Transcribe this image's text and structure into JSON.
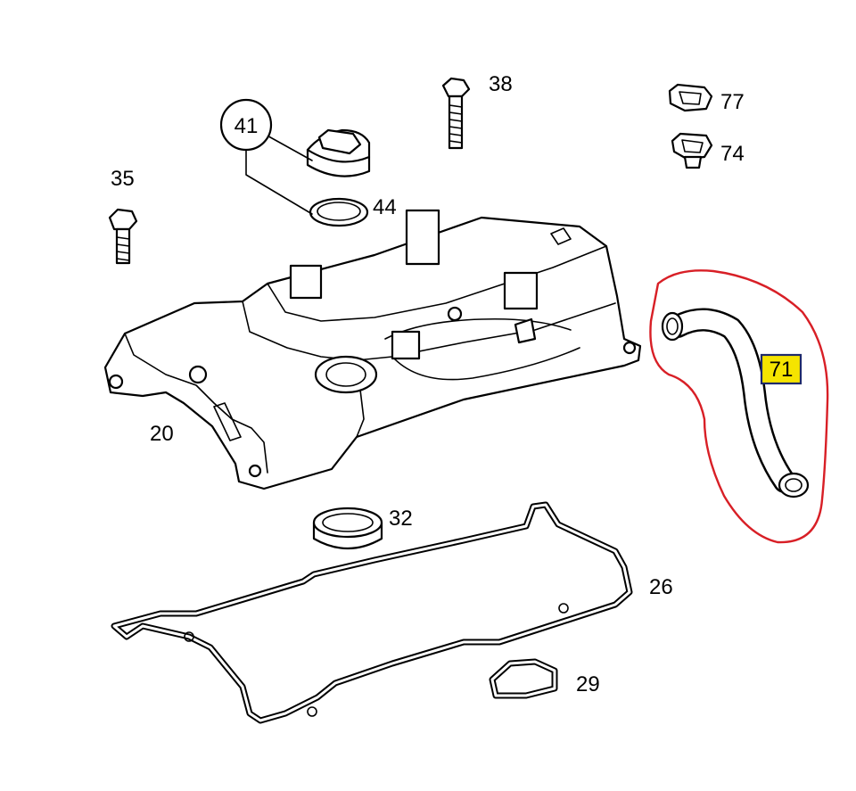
{
  "callouts": {
    "c38": "38",
    "c77": "77",
    "c74": "74",
    "c41": "41",
    "c44": "44",
    "c35": "35",
    "c20": "20",
    "c32": "32",
    "c26": "26",
    "c29": "29",
    "c71": "71"
  },
  "colors": {
    "highlight_outline": "#d81f26",
    "highlight_label_fill": "#f5e400",
    "highlight_label_border": "#1f2a6b",
    "line": "#000000"
  }
}
